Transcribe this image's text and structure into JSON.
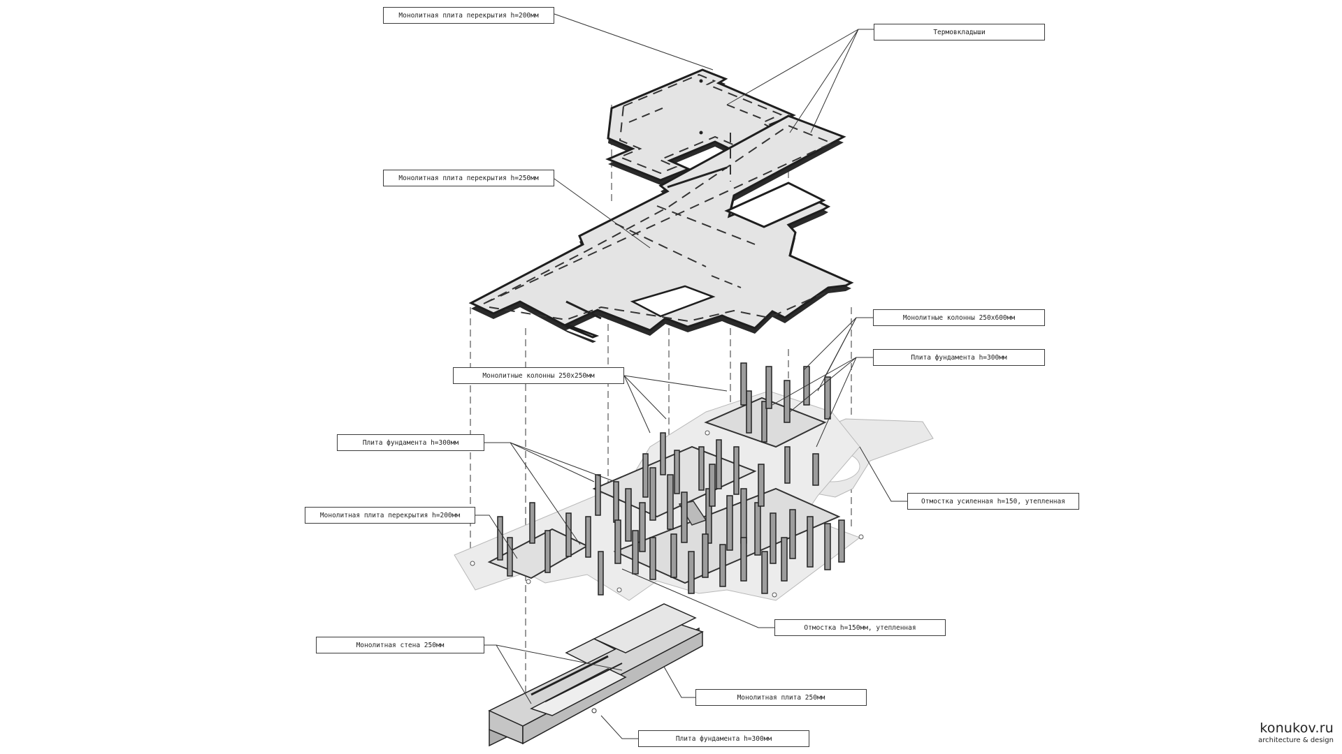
{
  "labels": {
    "slab_top": "Монолитная плита перекрытия h=200мм",
    "slab_mid": "Монолитная плита перекрытия h=250мм",
    "thermal_inserts": "Термовкладыши",
    "columns_250x600": "Монолитные колонны 250х600мм",
    "foundation_plate_right": "Плита фундамента h=300мм",
    "columns_250x250": "Монолитные колонны 250х250мм",
    "foundation_plate_left": "Плита фундамента h=300мм",
    "blind_area_reinforced": "Отмостка усиленная h=150, утепленная",
    "slab_lower": "Монолитная плита перекрытия h=200мм",
    "blind_area": "Отмостка h=150мм, утепленная",
    "basement_wall": "Монолитная стена 250мм",
    "basement_slab": "Монолитная плита 250мм",
    "basement_foundation": "Плита фундамента h=300мм"
  },
  "brand": {
    "name": "konukov.ru",
    "tagline": "architecture & design"
  }
}
